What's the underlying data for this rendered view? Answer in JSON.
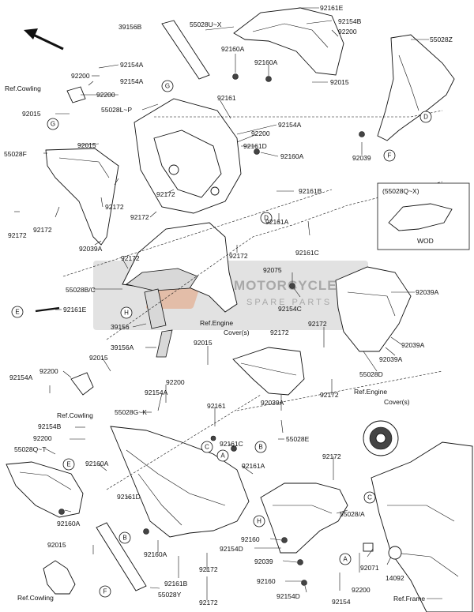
{
  "labels": {
    "l_92161E_top": "92161E",
    "l_92154B_top": "92154B",
    "l_92200_top": "92200",
    "l_39156B": "39156B",
    "l_55028UX": "55028U~X",
    "l_55028Z": "55028Z",
    "l_92160A_1": "92160A",
    "l_92160A_2": "92160A",
    "l_92015_1": "92015",
    "l_92200_1": "92200",
    "l_92154A_1": "92154A",
    "l_92154A_2": "92154A",
    "l_92200_2": "92200",
    "l_92015_2": "92015",
    "l_55028LP": "55028L~P",
    "l_92161_1": "92161",
    "l_92154A_3": "92154A",
    "l_92200_3": "92200",
    "l_92161D_1": "92161D",
    "l_92160A_3": "92160A",
    "l_92039_1": "92039",
    "l_92015_3": "92015",
    "l_55028F": "55028F",
    "l_92172_1": "92172",
    "l_92172_2": "92172",
    "l_92172_3": "92172",
    "l_92172_4": "92172",
    "l_92172_5": "92172",
    "l_92161B_1": "92161B",
    "l_92161A_1": "92161A",
    "l_92161C_1": "92161C",
    "l_92172_6": "92172",
    "l_92039A_1": "92039A",
    "l_92172_7": "92172",
    "l_55028BC": "55028B/C",
    "l_92075": "92075",
    "l_92154C": "92154C",
    "l_92039A_2": "92039A",
    "l_92161E_2": "92161E",
    "l_39156": "39156",
    "l_92172_8": "92172",
    "l_92172_9": "92172",
    "l_92039A_3": "92039A",
    "l_92039A_4": "92039A",
    "l_39156A": "39156A",
    "l_92015_4": "92015",
    "l_55028D": "55028D",
    "l_92154A_4": "92154A",
    "l_92200_4": "92200",
    "l_92015_5": "92015",
    "l_92200_5": "92200",
    "l_92154A_5": "92154A",
    "l_92172_10": "92172",
    "l_92039A_5": "92039A",
    "l_55028GK": "55028G~K",
    "l_92161_2": "92161",
    "l_92154B_2": "92154B",
    "l_92200_6": "92200",
    "l_55028QT": "55028Q~T",
    "l_92160A_4": "92160A",
    "l_92161C_2": "92161C",
    "l_55028E": "55028E",
    "l_92161A_2": "92161A",
    "l_92172_11": "92172",
    "l_92161D_2": "92161D",
    "l_55028A": "55028/A",
    "l_92160A_5": "92160A",
    "l_92015_6": "92015",
    "l_92160A_6": "92160A",
    "l_92160": "92160",
    "l_92154D_1": "92154D",
    "l_92039_2": "92039",
    "l_92160_2": "92160",
    "l_92154D_2": "92154D",
    "l_92161B_2": "92161B",
    "l_92172_12": "92172",
    "l_55028Y": "55028Y",
    "l_92172_13": "92172",
    "l_92071": "92071",
    "l_14092": "14092",
    "l_92200_7": "92200",
    "l_92154": "92154"
  },
  "refs": {
    "ref_cowling_1": "Ref.Cowling",
    "ref_cowling_2": "Ref.Cowling",
    "ref_cowling_3": "Ref.Cowling",
    "ref_engine_1_a": "Ref.Engine",
    "ref_engine_1_b": "Cover(s)",
    "ref_engine_2_a": "Ref.Engine",
    "ref_engine_2_b": "Cover(s)",
    "ref_frame": "Ref.Frame"
  },
  "inset": {
    "title": "(55028Q~X)",
    "caption": "WOD"
  },
  "callouts": {
    "c_G1": "G",
    "c_G2": "G",
    "c_D1": "D",
    "c_D2": "D",
    "c_F1": "F",
    "c_F2": "F",
    "c_E1": "E",
    "c_E2": "E",
    "c_H1": "H",
    "c_H2": "H",
    "c_C1": "C",
    "c_C2": "C",
    "c_A1": "A",
    "c_A2": "A",
    "c_B1": "B",
    "c_B2": "B"
  },
  "watermark": {
    "brand": "MOTORCYCLE",
    "sub": "SPARE PARTS"
  }
}
